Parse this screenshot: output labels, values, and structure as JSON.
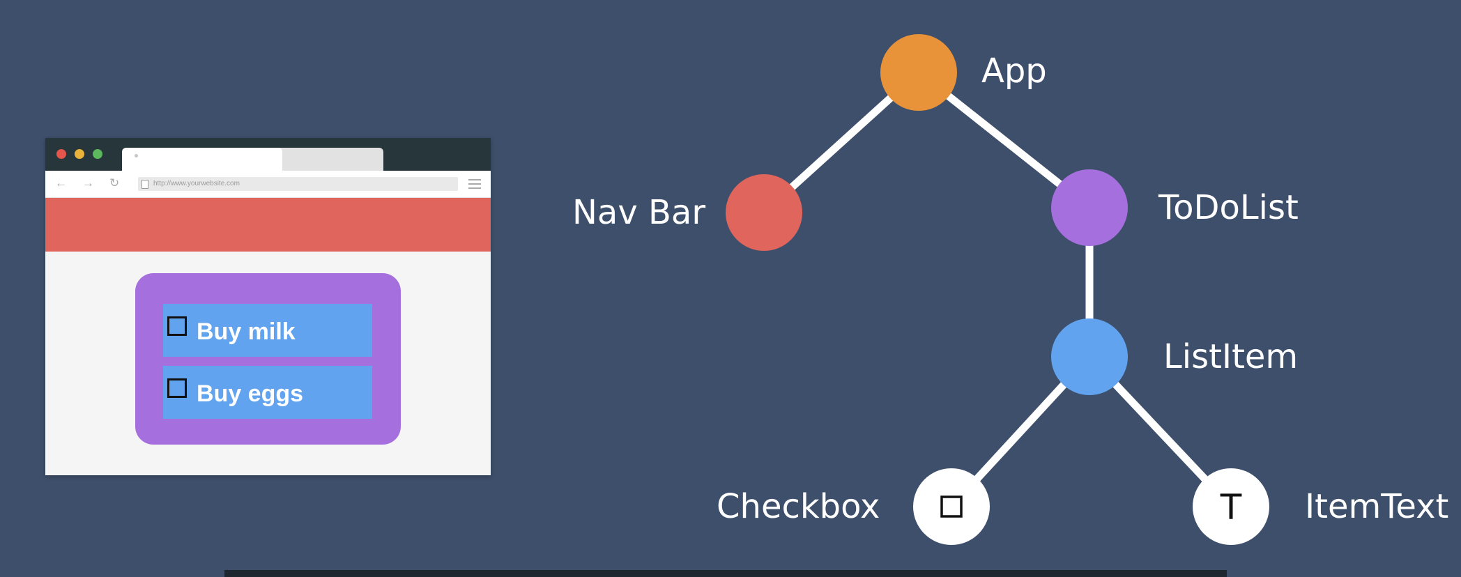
{
  "browser": {
    "url": "http://www.yourwebsite.com",
    "todo_items": [
      {
        "label": "Buy milk"
      },
      {
        "label": "Buy eggs"
      }
    ]
  },
  "tree": {
    "nodes": [
      {
        "id": "app",
        "label": "App",
        "color": "#e8923a"
      },
      {
        "id": "navbar",
        "label": "Nav Bar",
        "color": "#df655d"
      },
      {
        "id": "todolist",
        "label": "ToDoList",
        "color": "#a56fdd"
      },
      {
        "id": "listitem",
        "label": "ListItem",
        "color": "#62a3ef"
      },
      {
        "id": "checkbox",
        "label": "Checkbox",
        "color": "#ffffff",
        "icon": "checkbox-square-icon"
      },
      {
        "id": "itemtext",
        "label": "ItemText",
        "color": "#ffffff",
        "icon": "text-T-icon",
        "glyph": "T"
      }
    ],
    "edges": [
      [
        "app",
        "navbar"
      ],
      [
        "app",
        "todolist"
      ],
      [
        "todolist",
        "listitem"
      ],
      [
        "listitem",
        "checkbox"
      ],
      [
        "listitem",
        "itemtext"
      ]
    ]
  },
  "colors": {
    "background": "#3e4f6b",
    "edge": "#ffffff"
  }
}
